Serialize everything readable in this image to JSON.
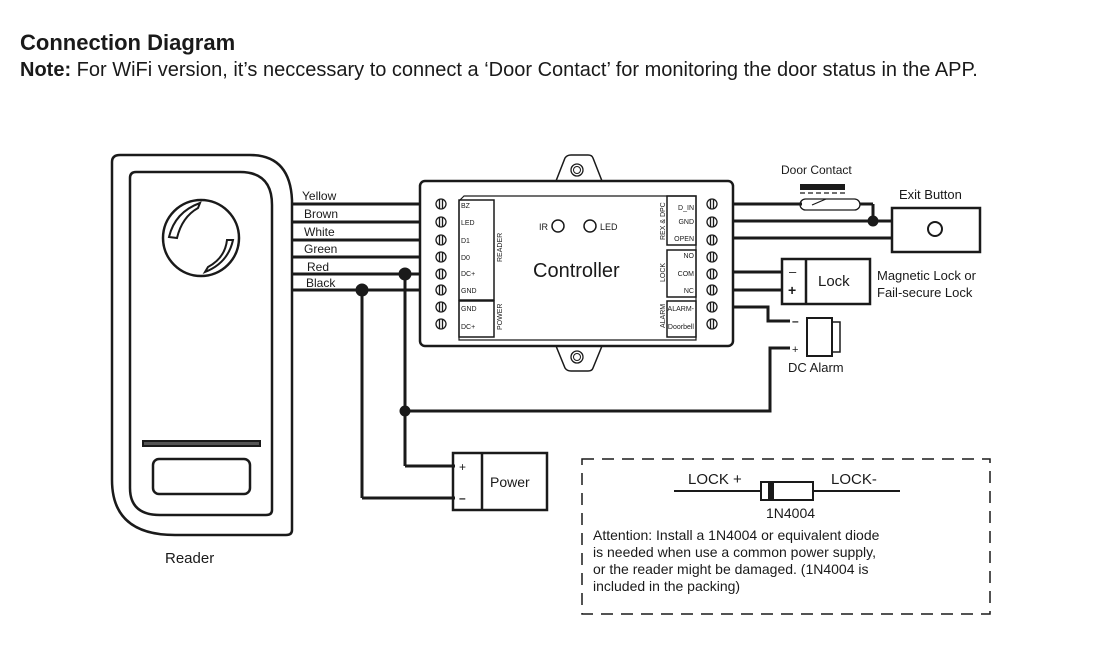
{
  "header": {
    "title": "Connection Diagram",
    "note_label": "Note:",
    "note_text": " For WiFi version, it’s neccessary to connect a ‘Door Contact’ for monitoring the door status in the APP."
  },
  "reader": {
    "label": "Reader",
    "wires": [
      "Yellow",
      "Brown",
      "White",
      "Green",
      "Red",
      "Black"
    ]
  },
  "controller": {
    "label": "Controller",
    "indicators": [
      "IR",
      "LED"
    ],
    "left_terminals": [
      "BZ",
      "LED",
      "D1",
      "D0",
      "DC+",
      "GND",
      "GND",
      "DC+"
    ],
    "left_groups": [
      "READER",
      "POWER"
    ],
    "right_terminals": [
      "D_IN",
      "GND",
      "OPEN",
      "NO",
      "COM",
      "NC",
      "ALARM-",
      "Doorbell"
    ],
    "right_groups": [
      "REX & DPC",
      "LOCK",
      "ALARM"
    ]
  },
  "devices": {
    "door_contact": "Door Contact",
    "exit_button": "Exit Button",
    "lock": "Lock",
    "lock_minus": "–",
    "lock_plus": "+",
    "lock_desc_1": "Magnetic Lock or",
    "lock_desc_2": "Fail-secure Lock",
    "alarm": "DC Alarm",
    "alarm_minus": "–",
    "alarm_plus": "+",
    "power": "Power",
    "power_plus": "+",
    "power_minus": "–"
  },
  "attention": {
    "lock_plus": "LOCK +",
    "lock_minus": "LOCK-",
    "diode": "1N4004",
    "lines": [
      "Attention: Install a 1N4004 or equivalent diode",
      "is needed when use a common power supply,",
      "or the reader might be damaged. (1N4004 is",
      "included in the packing)"
    ]
  }
}
